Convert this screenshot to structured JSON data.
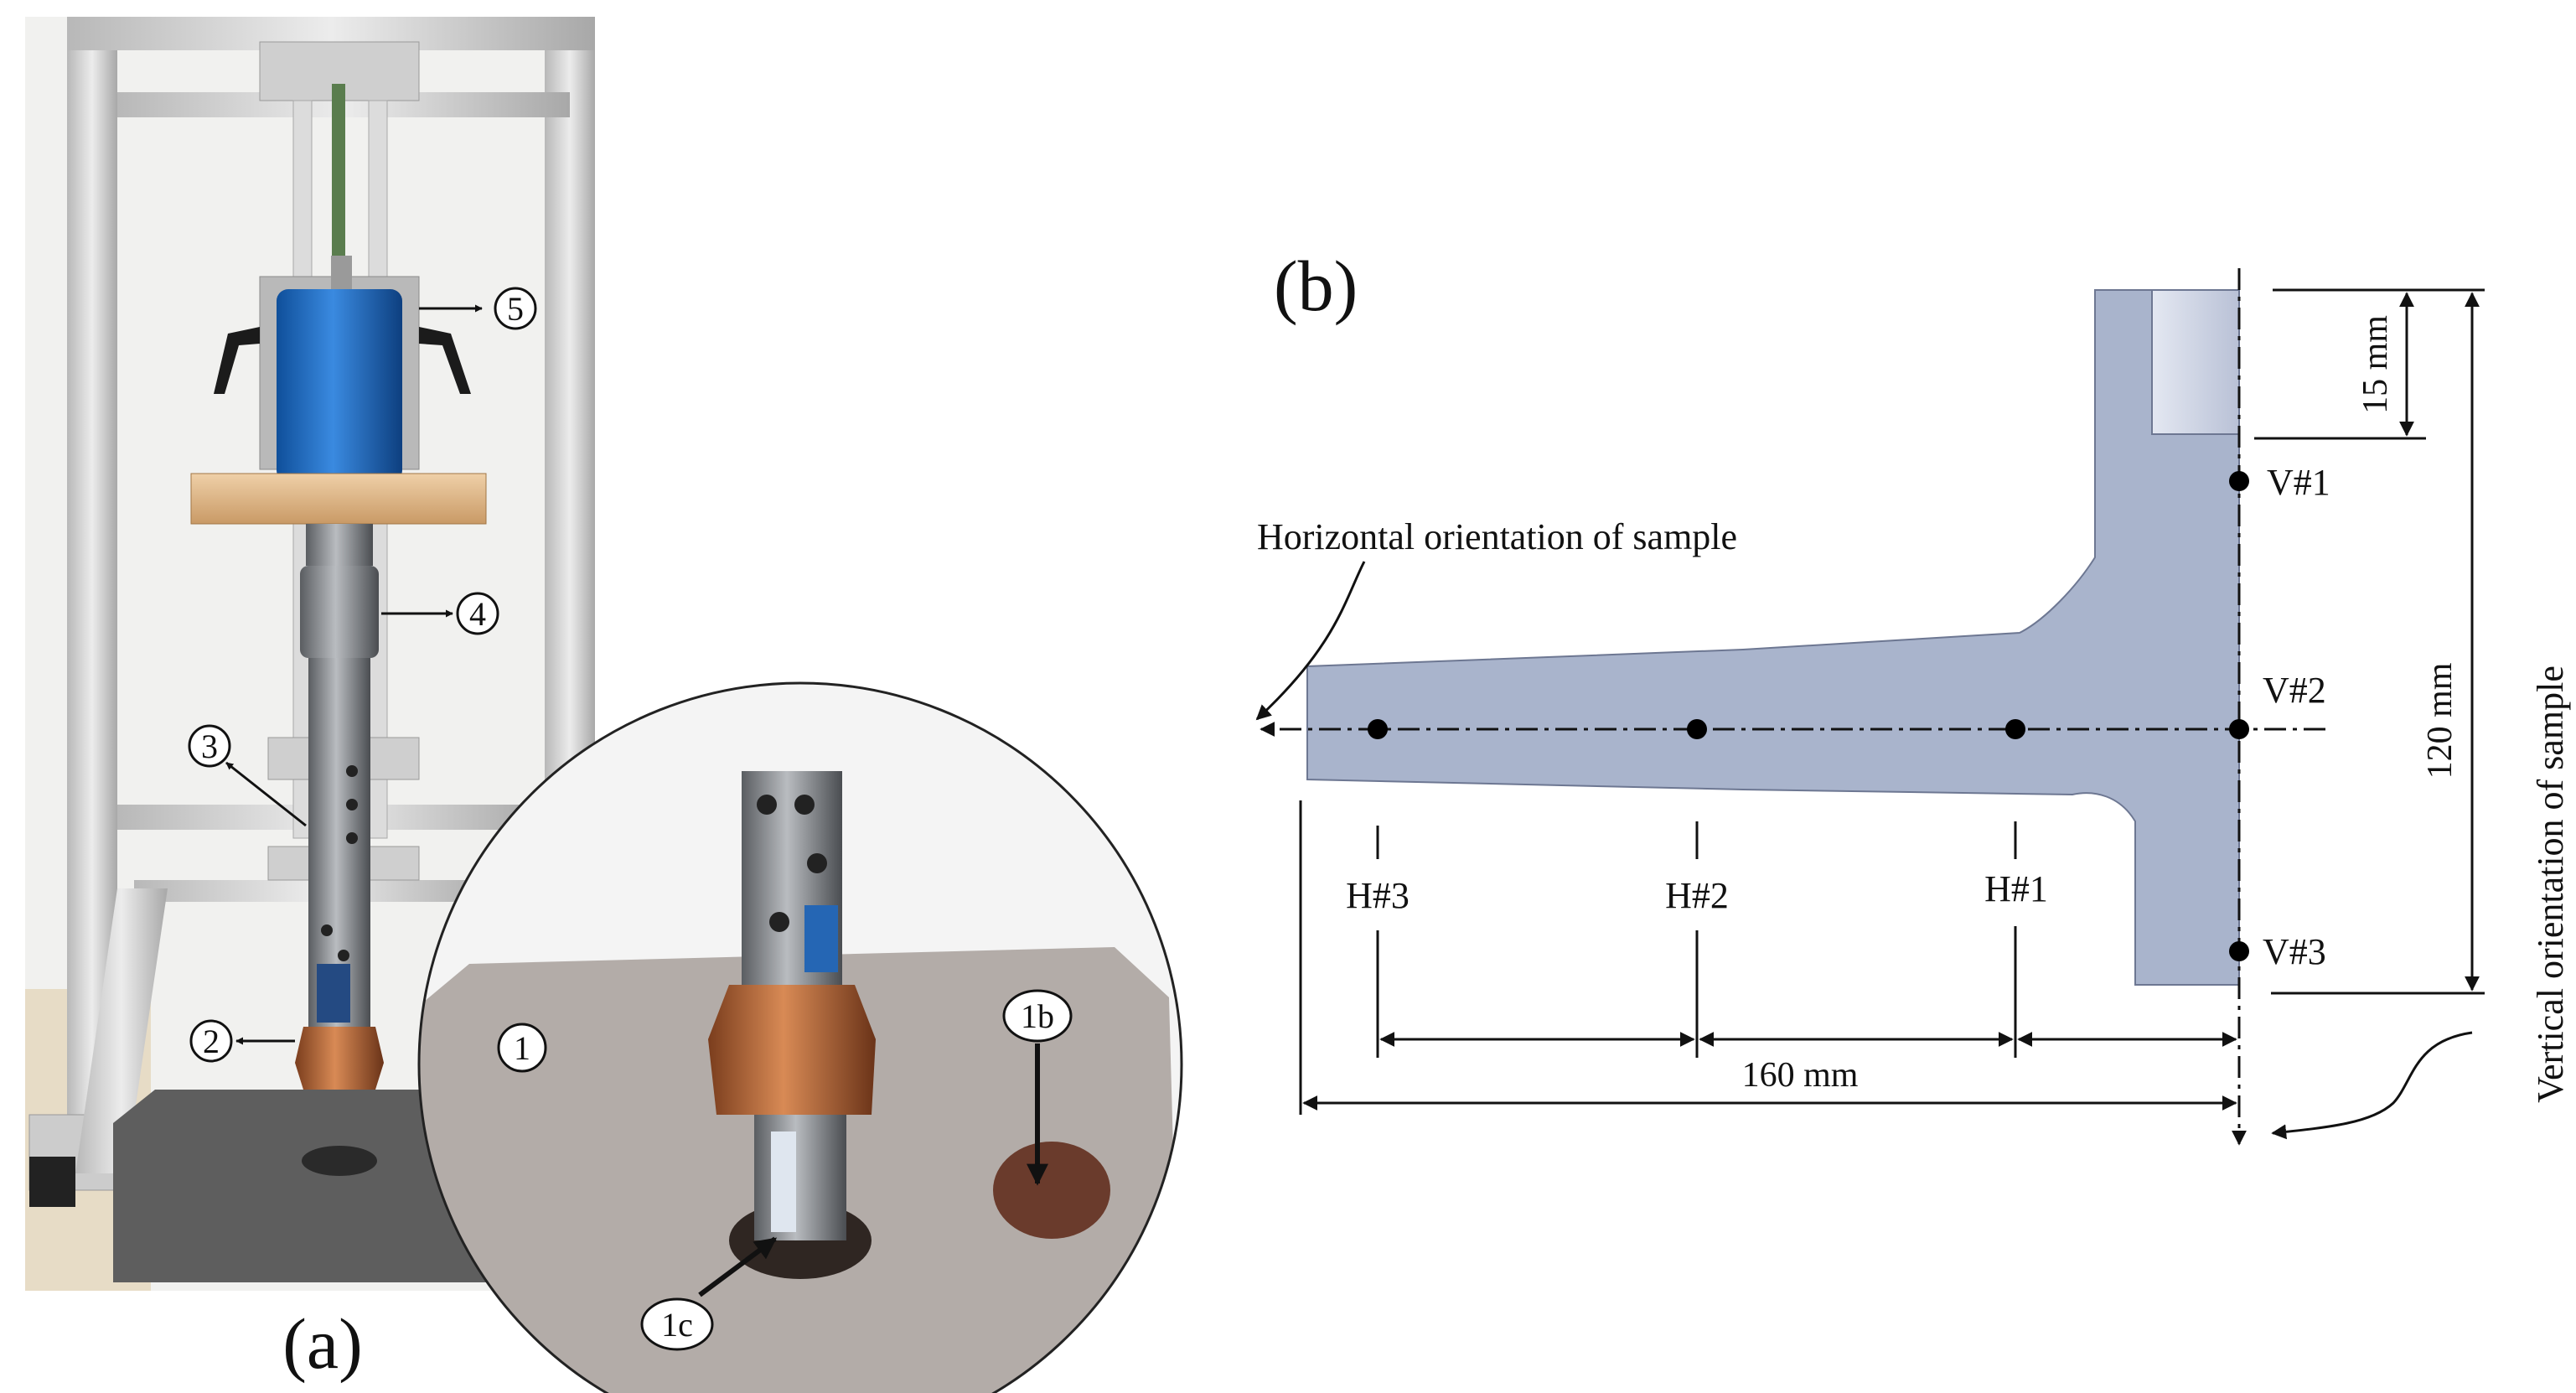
{
  "panel_a": {
    "caption": "(a)",
    "callouts": {
      "c1": "1",
      "c1b": "1b",
      "c1c": "1c",
      "c2": "2",
      "c3": "3",
      "c4": "4",
      "c5": "5"
    }
  },
  "panel_b": {
    "caption": "(b)",
    "horizontal_label": "Horizontal orientation of sample",
    "vertical_label": "Vertical orientation of sample",
    "points": {
      "v1": "V#1",
      "v2": "V#2",
      "v3": "V#3",
      "h1": "H#1",
      "h2": "H#2",
      "h3": "H#3"
    },
    "dimensions": {
      "top_depth": "15 mm",
      "height": "120 mm",
      "length": "160 mm"
    }
  },
  "colors": {
    "sample_fill": "#a9b4cc",
    "sample_stroke": "#6d7792",
    "pocket_fill": "#d3d9e8",
    "device_blue": "#1f6cc4",
    "copper": "#b86a3a",
    "frame": "#d9d9d9",
    "base": "#5c5c5c"
  }
}
